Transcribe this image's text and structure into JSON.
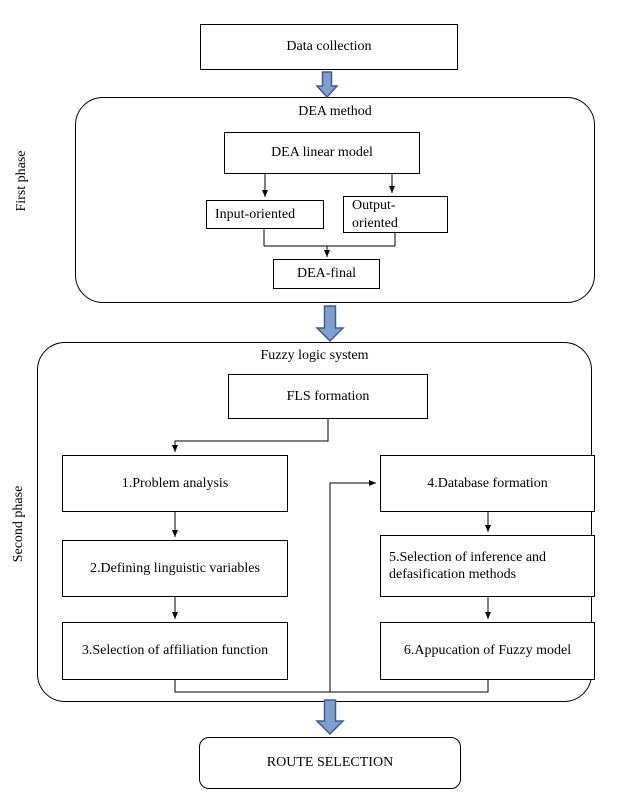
{
  "colors": {
    "big_arrow_fill": "#7f9fce",
    "big_arrow_stroke": "#3e5e94",
    "line": "#000000",
    "box_border": "#000000",
    "background": "#ffffff"
  },
  "top": {
    "data_collection": "Data collection"
  },
  "phase1": {
    "side_label": "First phase",
    "container_title": "DEA method",
    "nodes": {
      "dea_linear_model": "DEA  linear model",
      "input_oriented": "Input-oriented",
      "output_oriented": "Output-oriented",
      "dea_final": "DEA-final"
    }
  },
  "phase2": {
    "side_label": "Second phase",
    "container_title": "Fuzzy logic system",
    "nodes": {
      "fls_formation": "FLS formation",
      "step1": "1.Problem analysis",
      "step2": "2.Defining linguistic variables",
      "step3": "3.Selection of affiliation function",
      "step4": "4.Database formation",
      "step5": "5.Selection of inference and defasification methods",
      "step6": "6.Appucation of Fuzzy model"
    }
  },
  "bottom": {
    "route_selection": "ROUTE SELECTION"
  },
  "icons": {
    "flow_arrow": "down-arrow"
  }
}
